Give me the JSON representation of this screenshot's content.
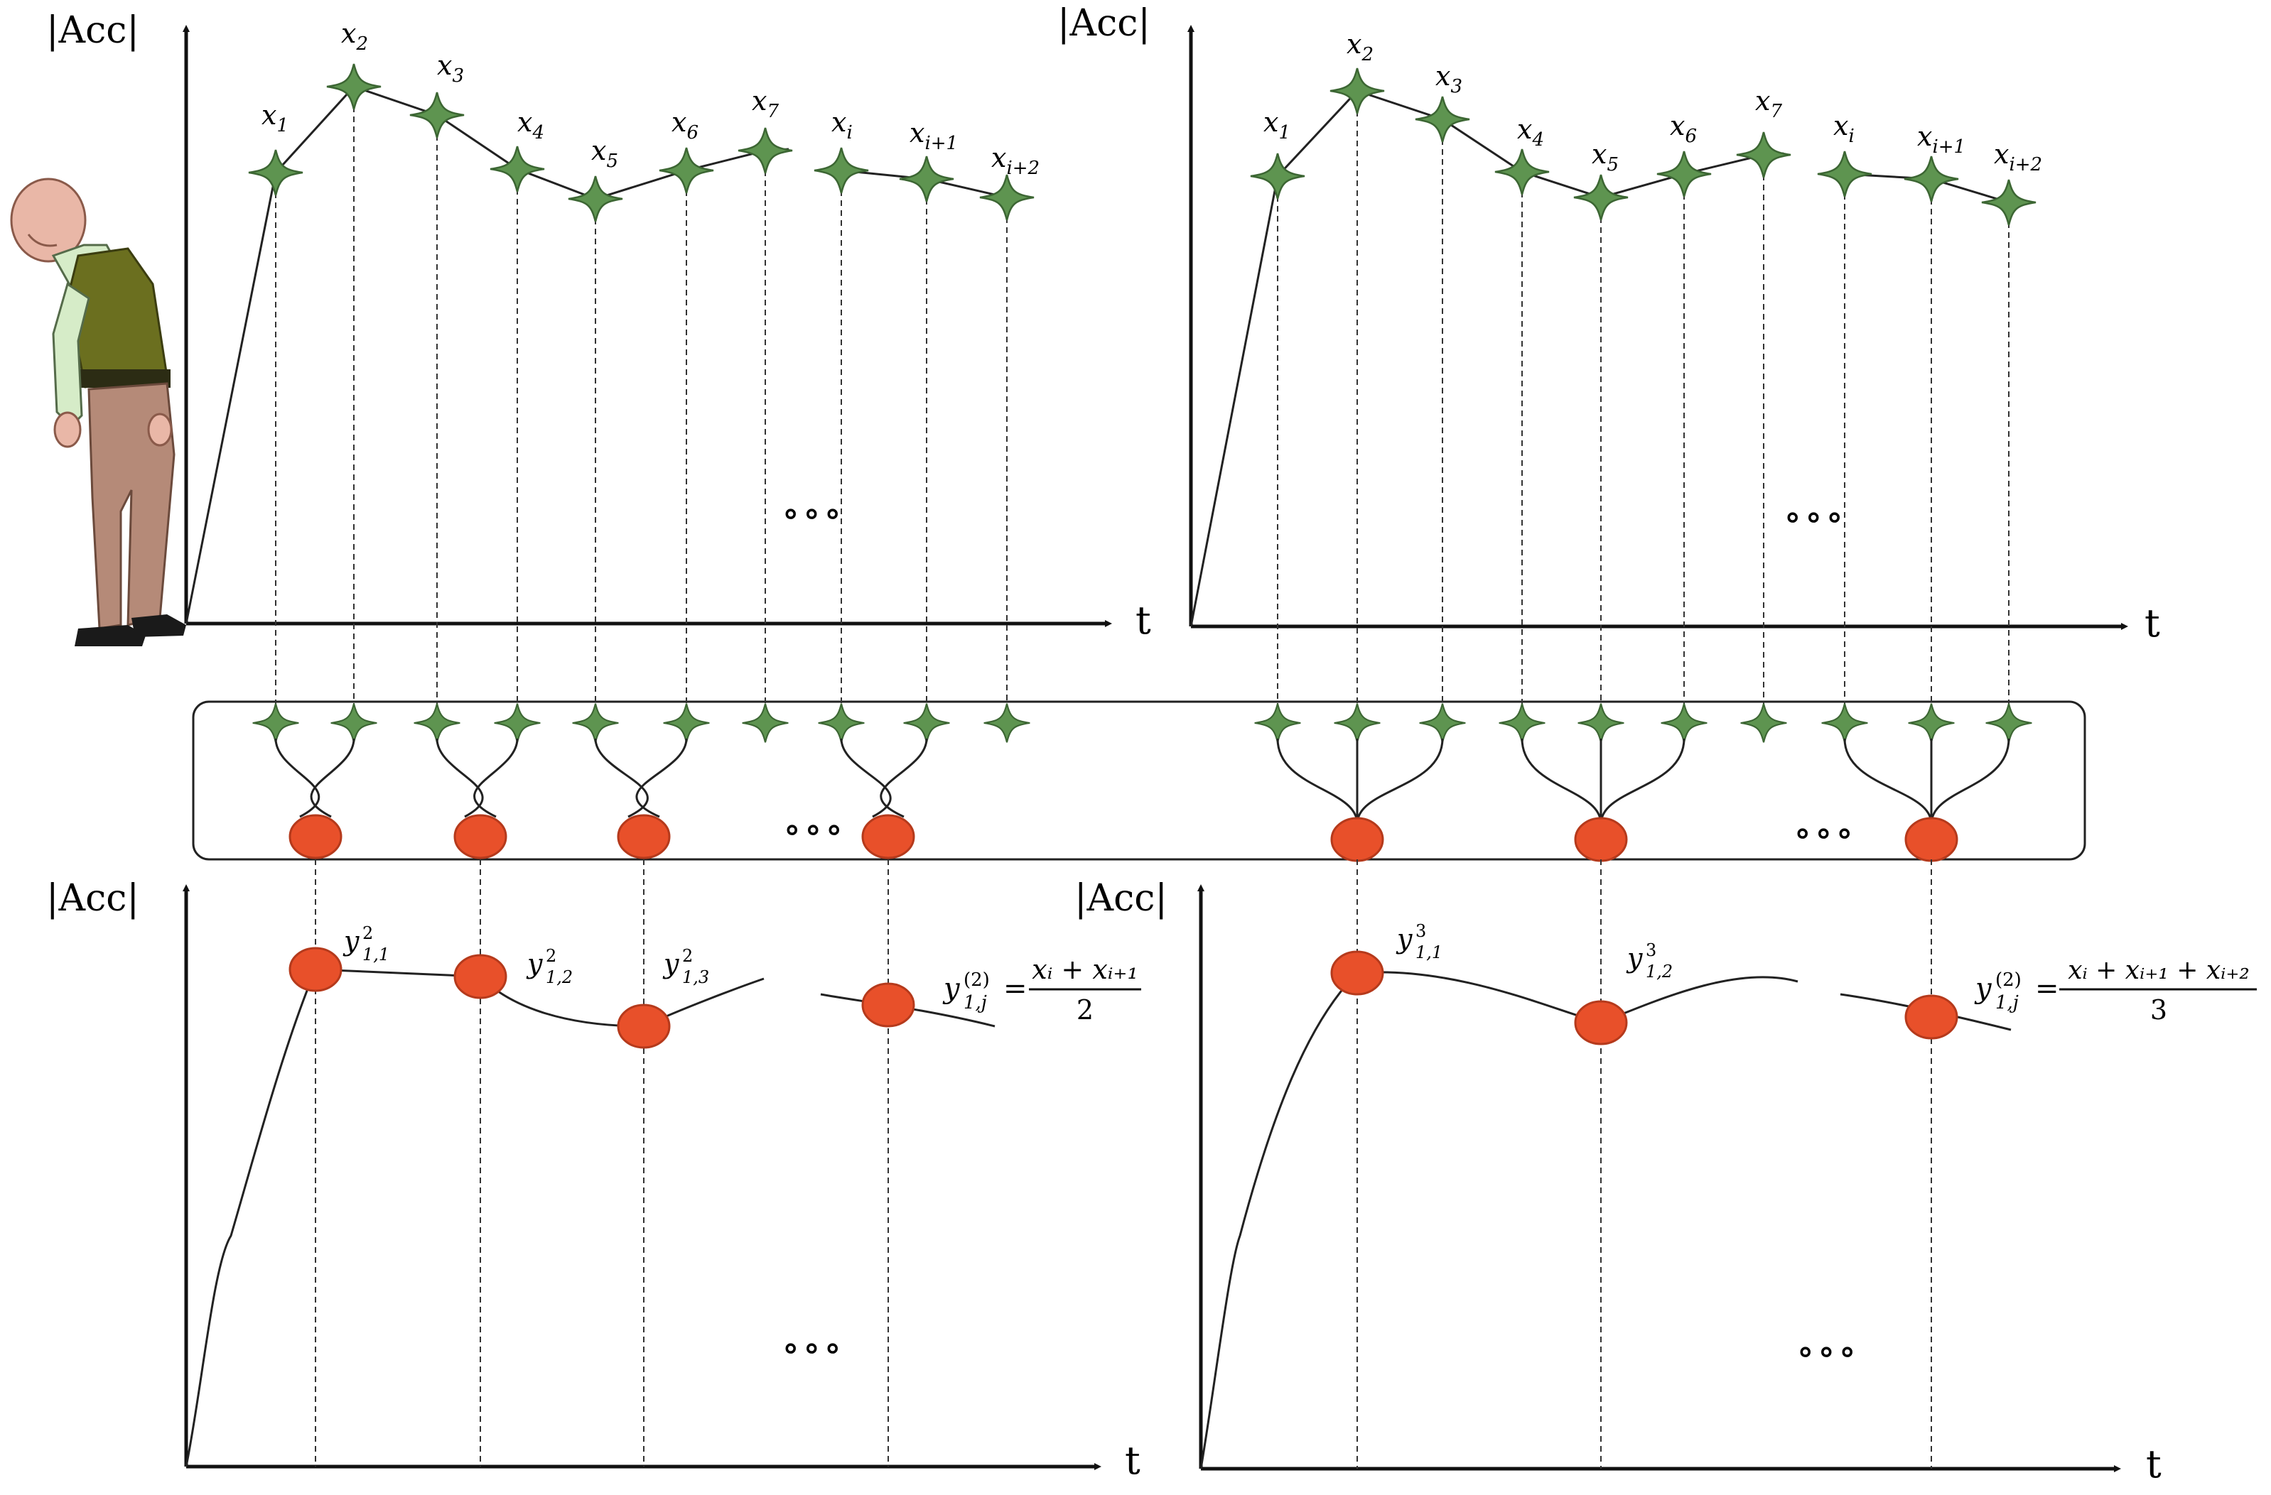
{
  "axis_label": "|Acc|",
  "time_label": "t",
  "ellipsis": "∘∘∘",
  "x_labels": {
    "x1": "1",
    "x2": "2",
    "x3": "3",
    "x4": "4",
    "x5": "5",
    "x6": "6",
    "x7": "7",
    "xi": "i",
    "xi1": "i+1",
    "xi2": "i+2",
    "base": "x"
  },
  "y2_labels": {
    "base": "y",
    "sup": "2",
    "sub1": "1,1",
    "sub2": "1,2",
    "sub3": "1,3"
  },
  "y3_labels": {
    "base": "y",
    "sup": "3",
    "sub1": "1,1",
    "sub2": "1,2"
  },
  "formula2": {
    "lhs_base": "y",
    "lhs_sup": "(2)",
    "lhs_sub": "1,j",
    "eq": "=",
    "num": "xᵢ + xᵢ₊₁",
    "den": "2"
  },
  "formula3": {
    "lhs_base": "y",
    "lhs_sup": "(2)",
    "lhs_sub": "1,j",
    "eq": "=",
    "num": "xᵢ + xᵢ₊₁ + xᵢ₊₂",
    "den": "3"
  },
  "colors": {
    "green": "#5e9450",
    "green_stroke": "#3c6633",
    "red": "#e8502a",
    "red_stroke": "#b53a1c",
    "line": "#222222"
  }
}
